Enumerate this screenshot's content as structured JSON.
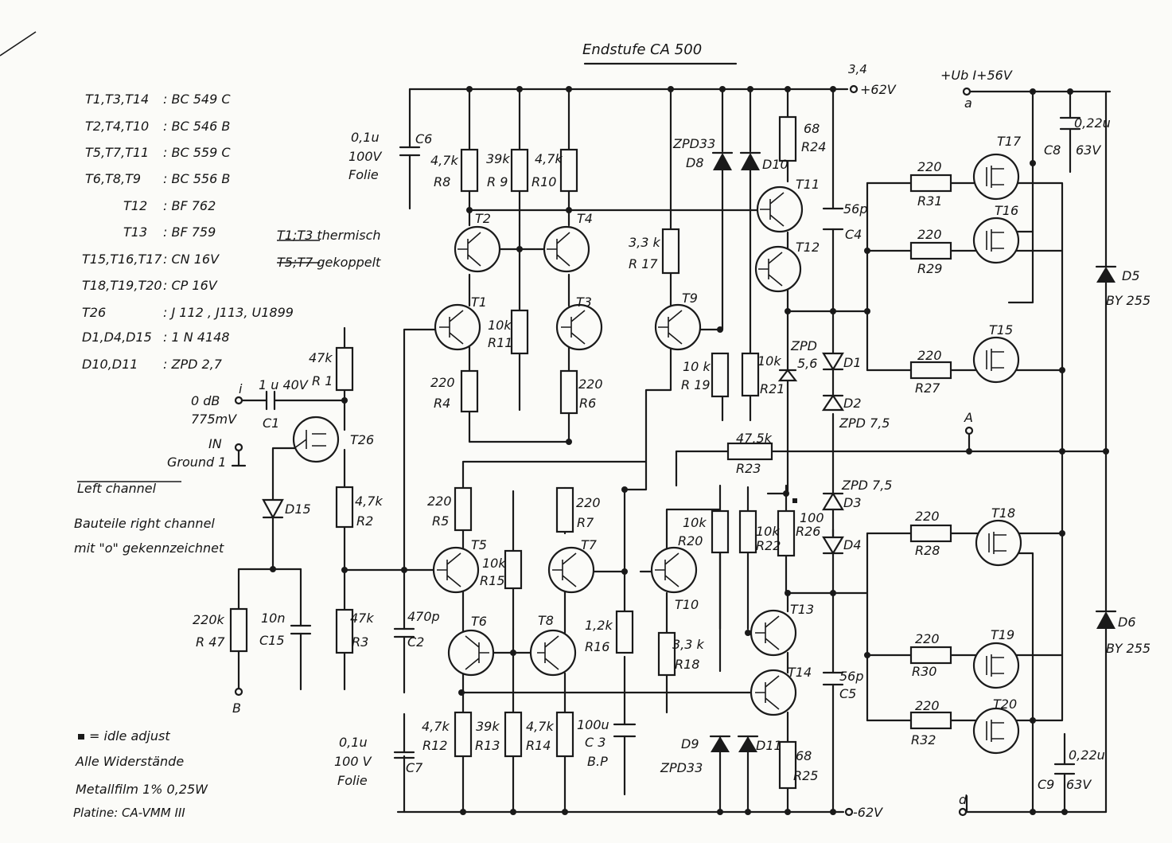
{
  "title": "Endstufe CA 500",
  "legend": [
    {
      "k": "T1,T3,T14",
      "v": ": BC 549 C"
    },
    {
      "k": "T2,T4,T10",
      "v": ": BC 546 B"
    },
    {
      "k": "T5,T7,T11",
      "v": ": BC 559 C"
    },
    {
      "k": "T6,T8,T9",
      "v": ": BC 556 B"
    },
    {
      "k": "T12",
      "v": ": BF 762"
    },
    {
      "k": "T13",
      "v": ": BF 759"
    },
    {
      "k": "T15,T16,T17",
      "v": ": CN 16V"
    },
    {
      "k": "T18,T19,T20",
      "v": ": CP 16V"
    },
    {
      "k": "T26",
      "v": ": J 112 , J113, U1899"
    },
    {
      "k": "D1,D4,D15",
      "v": ": 1 N 4148"
    },
    {
      "k": "D10,D11",
      "v": ": ZPD 2,7"
    }
  ],
  "thermal": [
    "T1;T3 thermisch",
    "T5;T7 gekoppelt"
  ],
  "notes": {
    "left_channel": "Left channel",
    "right1": "Bauteile right channel",
    "right2": "mit \"o\" gekennzeichnet",
    "idle": "= idle adjust",
    "all1": "Alle Widerstände",
    "all2": "Metallfilm 1% 0,25W",
    "board": "Platine: CA-VMM III"
  },
  "terminals": {
    "pos": "+62V",
    "pos_ref": "3,4",
    "neg": "-62V",
    "ub": "+Ub I+56V",
    "a": "a",
    "A": "A",
    "B": "B",
    "d": "d",
    "in1": "0 dB",
    "in2": "775mV",
    "in3": "IN",
    "gnd": "Ground 1",
    "i": "i"
  },
  "parts": {
    "R1": [
      "47k",
      "R 1"
    ],
    "R2": [
      "4,7k",
      "R2"
    ],
    "R3": [
      "47k",
      "R3"
    ],
    "R47": [
      "220k",
      "R 47"
    ],
    "C1": [
      "1 u 40V",
      "C1"
    ],
    "C15": [
      "10n",
      "C15"
    ],
    "C2": [
      "470p",
      "C2"
    ],
    "C6": [
      "0,1u",
      "100V",
      "Folie",
      "C6"
    ],
    "C7": [
      "0,1u",
      "100 V",
      "Folie",
      "C7"
    ],
    "R8": [
      "4,7k",
      "R8"
    ],
    "R9": [
      "39k",
      "R 9"
    ],
    "R10": [
      "4,7k",
      "R10"
    ],
    "R11": [
      "10k",
      "R11"
    ],
    "R4": [
      "220",
      "R4"
    ],
    "R6": [
      "220",
      "R6"
    ],
    "R5": [
      "220",
      "R5"
    ],
    "R7": [
      "220",
      "R7"
    ],
    "R15": [
      "10k",
      "R15"
    ],
    "R12": [
      "4,7k",
      "R12"
    ],
    "R13": [
      "39k",
      "R13"
    ],
    "R14": [
      "4,7k",
      "R14"
    ],
    "R16": [
      "1,2k",
      "R16"
    ],
    "C3": [
      "100u",
      "C 3",
      "B.P"
    ],
    "R17": [
      "3,3 k",
      "R 17"
    ],
    "R18": [
      "3,3 k",
      "R18"
    ],
    "R19": [
      "10 k",
      "R 19"
    ],
    "R20": [
      "10k",
      "R20"
    ],
    "R21": [
      "10k",
      "R21"
    ],
    "R22": [
      "10k",
      "R22"
    ],
    "R23": [
      "47,5k",
      "R23"
    ],
    "R26": [
      "100",
      "R26"
    ],
    "R24": [
      "68",
      "R24"
    ],
    "R25": [
      "68",
      "R25"
    ],
    "C4": [
      "56p",
      "C4"
    ],
    "C5": [
      "56p",
      "C5"
    ],
    "R27": [
      "220",
      "R27"
    ],
    "R28": [
      "220",
      "R28"
    ],
    "R29": [
      "220",
      "R29"
    ],
    "R30": [
      "220",
      "R30"
    ],
    "R31": [
      "220",
      "R31"
    ],
    "R32": [
      "220",
      "R32"
    ],
    "C8": [
      "0,22u",
      "63V",
      "C8"
    ],
    "C9": [
      "0,22u",
      "63V",
      "C9"
    ],
    "D5": [
      "D5",
      "BY 255"
    ],
    "D6": [
      "D6",
      "BY 255"
    ],
    "D8": [
      "ZPD33",
      "D8"
    ],
    "D9": [
      "D9",
      "ZPD33"
    ],
    "D10": "D10",
    "D11": "D11",
    "D1": [
      "ZPD",
      "5,6",
      "D1"
    ],
    "D2": [
      "D2",
      "ZPD 7,5"
    ],
    "D3": [
      "ZPD 7,5",
      "D3"
    ],
    "D4": "D4",
    "D15": "D15"
  },
  "transistors": [
    "T1",
    "T2",
    "T3",
    "T4",
    "T5",
    "T6",
    "T7",
    "T8",
    "T9",
    "T10",
    "T11",
    "T12",
    "T13",
    "T14",
    "T15",
    "T16",
    "T17",
    "T18",
    "T19",
    "T20",
    "T26"
  ]
}
